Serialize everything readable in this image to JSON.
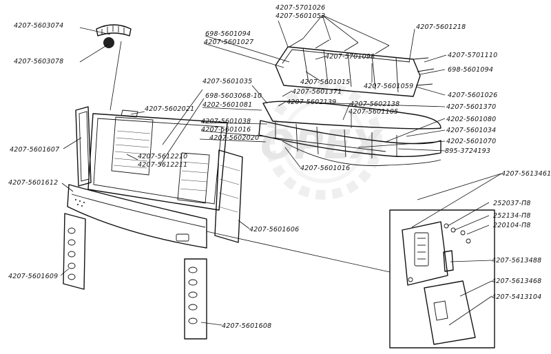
{
  "watermark": "ОРЕХ",
  "labels": {
    "l4207_5603074": "4207-5603074",
    "l4207_5603078": "4207-5603078",
    "l4207_5601607": "4207-5601607",
    "l4207_5601612": "4207-5601612",
    "l4207_5601609": "4207-5601609",
    "l4207_5601608": "4207-5601608",
    "l4207_5601606": "4207-5601606",
    "l4207_5602021": "4207-5602021",
    "l4207_5612210": "4207-5612210",
    "l4207_5612211": "4207-5612211",
    "l4207_5601035": "4207-5601035",
    "l698_5603068_10": "698-5603068-10",
    "l4202_5601081": "4202-5601081",
    "l4207_5601038": "4207-5601038",
    "l4207_5601016a": "4207-5601016",
    "l4207_5602020": "4207-5602020",
    "l4207_5601016b": "4207-5601016",
    "l698_5601094a": "698-5601094",
    "l4207_5601027": "4207-5601027",
    "l4207_5701026": "4207-5701026",
    "l4207_5601052": "4207-5601052",
    "l4207_5701098": "4207-5701098",
    "l4207_5601015": "4207-5601015",
    "l4207_5601371": "4207-5601371",
    "l4207_5602139": "4207-5602139",
    "l4207_5602138": "4207-5602138",
    "l4207_5601105": "4207-5601105",
    "l4207_5601059": "4207-5601059",
    "l4207_5601218": "4207-5601218",
    "l4207_5701110": "4207-5701110",
    "l698_5601094b": "698-5601094",
    "l4207_5601026": "4207-5601026",
    "l4207_5601370": "4207-5601370",
    "l4202_5601080": "4202-5601080",
    "l4207_5601034": "4207-5601034",
    "l4202_5601070": "4202-5601070",
    "l895_3724193": "895-3724193",
    "l4207_5613461": "4207-5613461",
    "l252037_p8": "252037-П8",
    "l252134_p8": "252134-П8",
    "l220104_p8": "220104-П8",
    "l4207_5613488": "4207-5613488",
    "l4207_5613468": "4207-5613468",
    "l4207_5413104": "4207-5413104"
  }
}
